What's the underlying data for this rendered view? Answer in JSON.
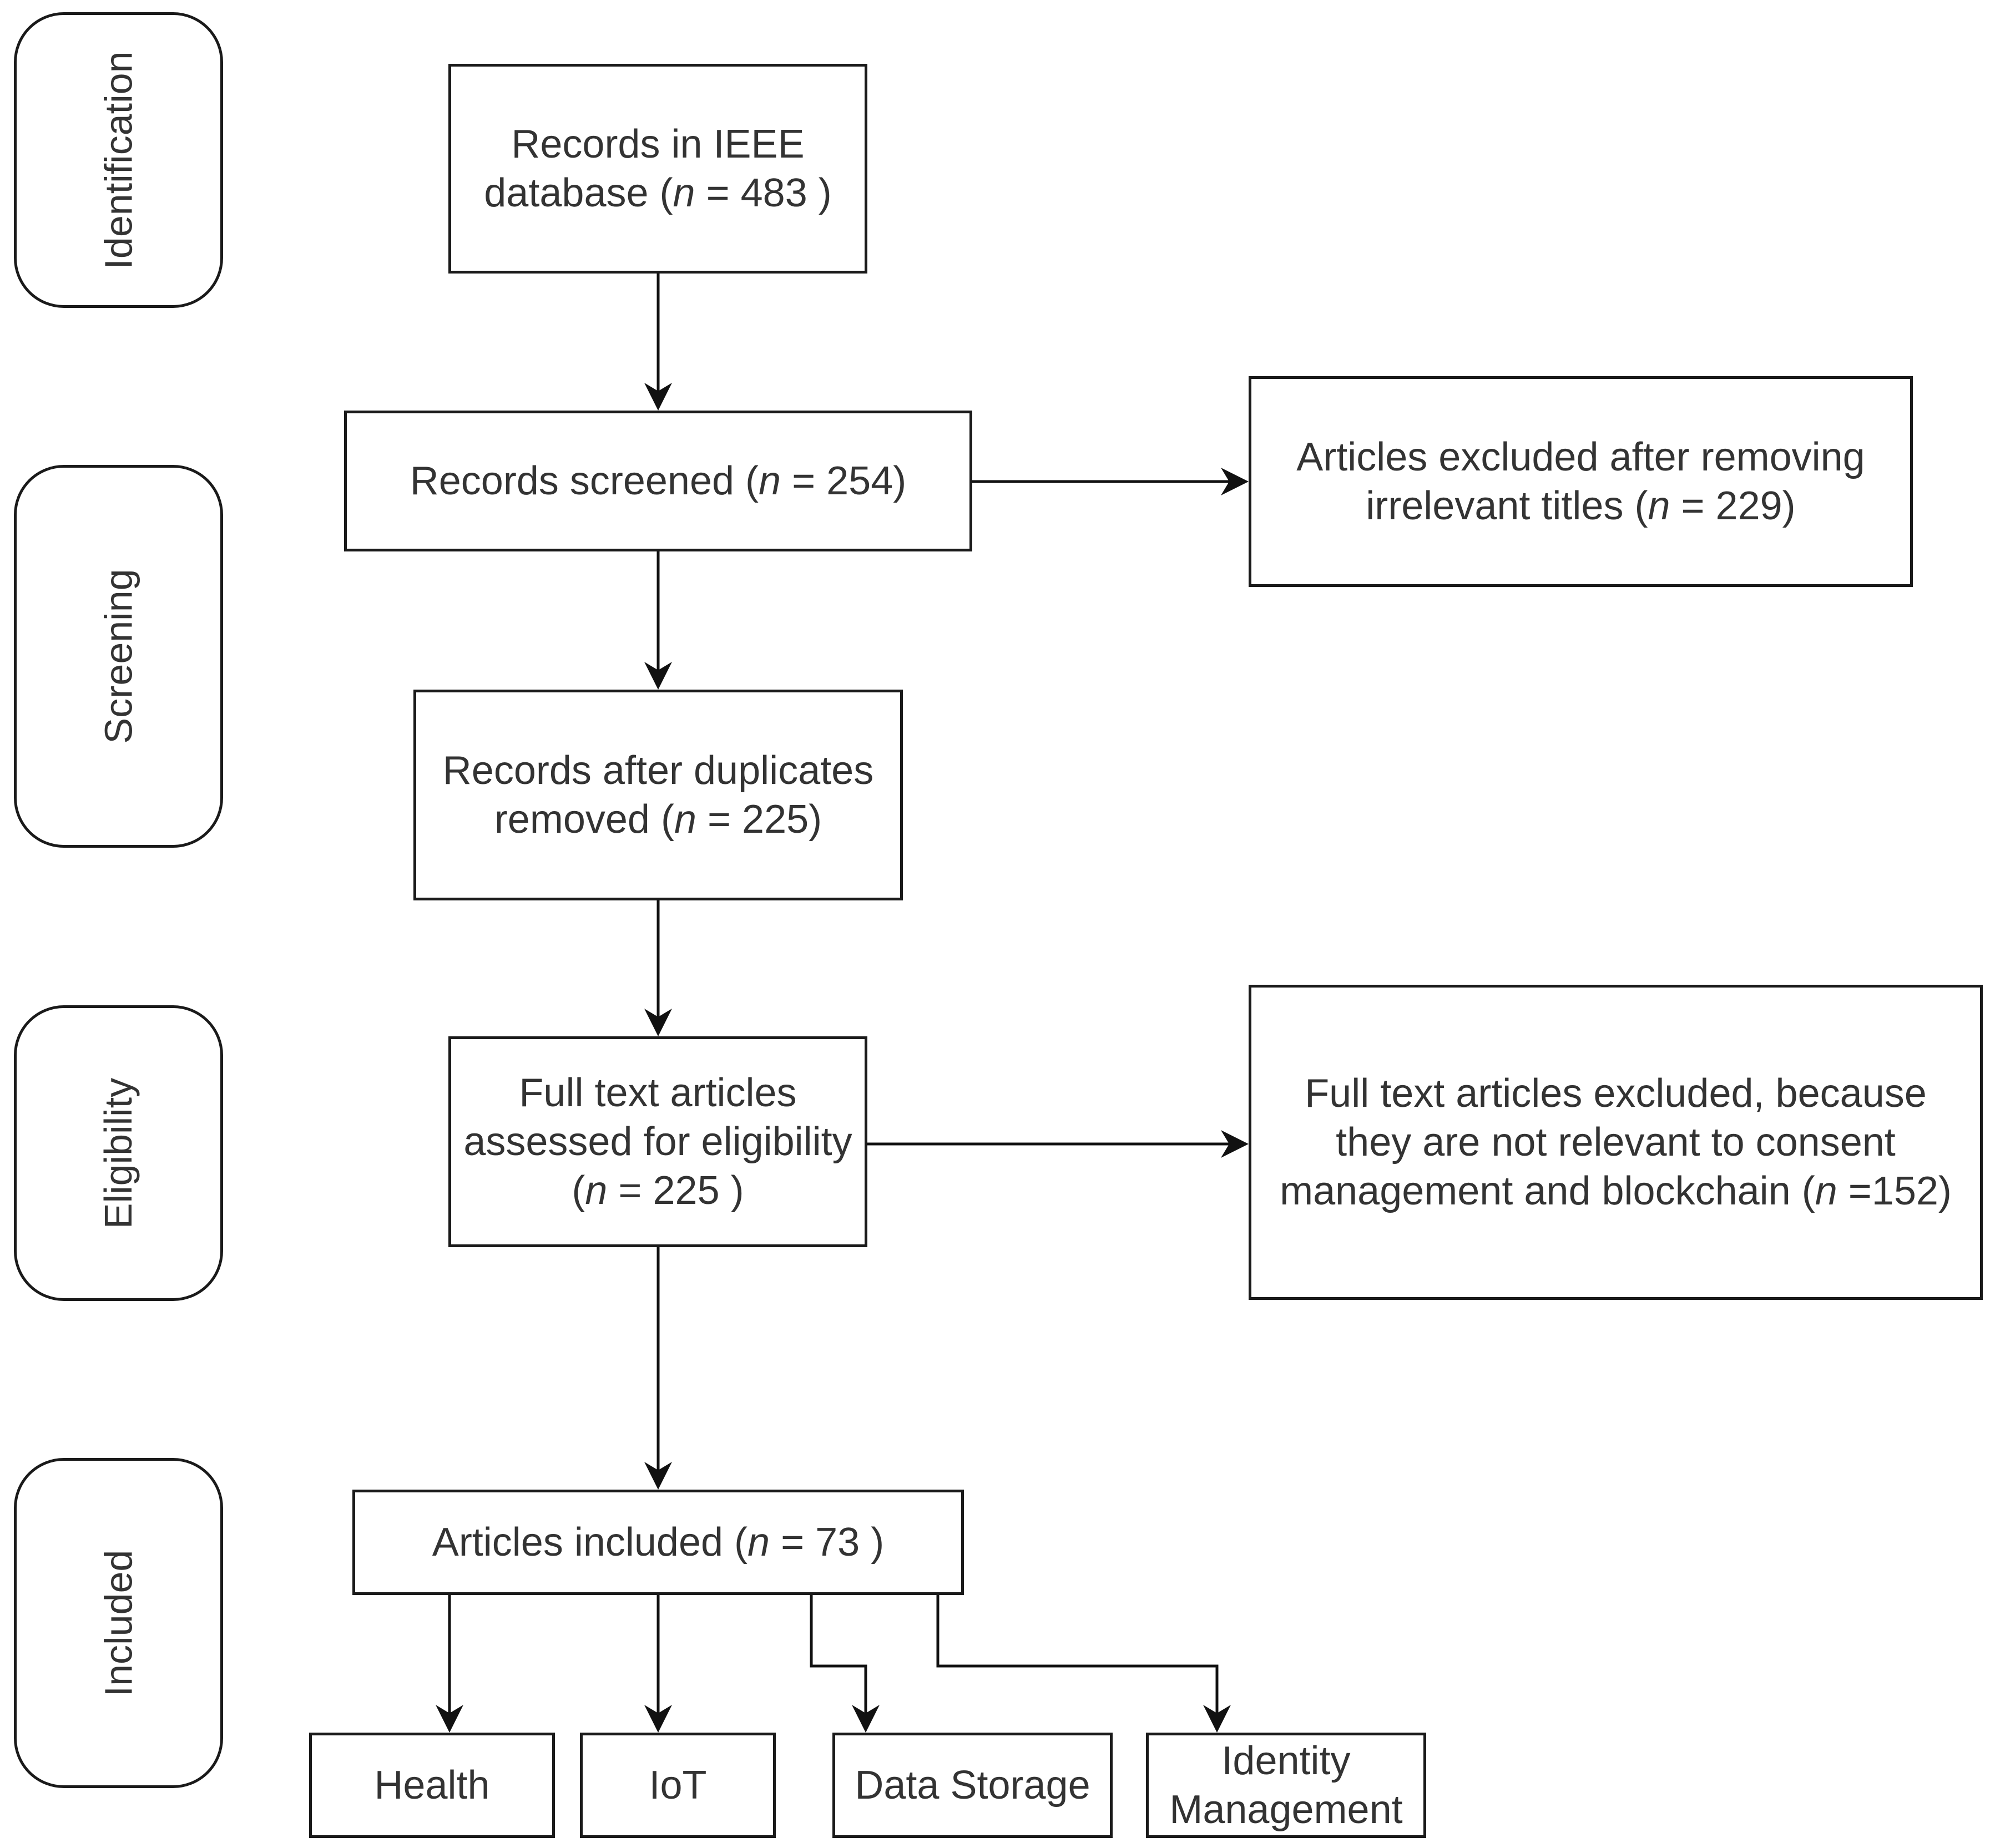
{
  "phases": [
    {
      "id": "identification",
      "label": "Identification"
    },
    {
      "id": "screening",
      "label": "Screening"
    },
    {
      "id": "eligibility",
      "label": "Eligibility"
    },
    {
      "id": "included",
      "label": "Included"
    }
  ],
  "boxes": {
    "ieee": {
      "line1": "Records in IEEE",
      "line2_pre": "database (",
      "n_symbol": "n",
      "line2_post": " = 483 )"
    },
    "screened": {
      "pre": "Records screened (",
      "n_symbol": "n",
      "post": " = 254)"
    },
    "excluded_titles": {
      "line1": "Articles excluded after removing",
      "line2_pre": "irrelevant titles (",
      "n_symbol": "n",
      "line2_post": " = 229)"
    },
    "duplicates": {
      "line1": "Records after duplicates",
      "line2_pre": "removed (",
      "n_symbol": "n",
      "line2_post": " = 225)"
    },
    "fulltext": {
      "line1": "Full text articles",
      "line2": "assessed for eligibility",
      "line3_pre": "(",
      "n_symbol": "n",
      "line3_post": " = 225 )"
    },
    "excluded_fulltext": {
      "line1": "Full text articles excluded, because",
      "line2": "they are not relevant to consent",
      "line3_pre": "management and blockchain (",
      "n_symbol": "n",
      "line3_post": " =152)"
    },
    "included": {
      "pre": "Articles included (",
      "n_symbol": "n",
      "post": " = 73 )"
    }
  },
  "categories": [
    {
      "id": "health",
      "label": "Health"
    },
    {
      "id": "iot",
      "label": "IoT"
    },
    {
      "id": "data-storage",
      "label": "Data Storage"
    },
    {
      "id": "identity-management",
      "line1": "Identity",
      "line2": "Management"
    }
  ]
}
